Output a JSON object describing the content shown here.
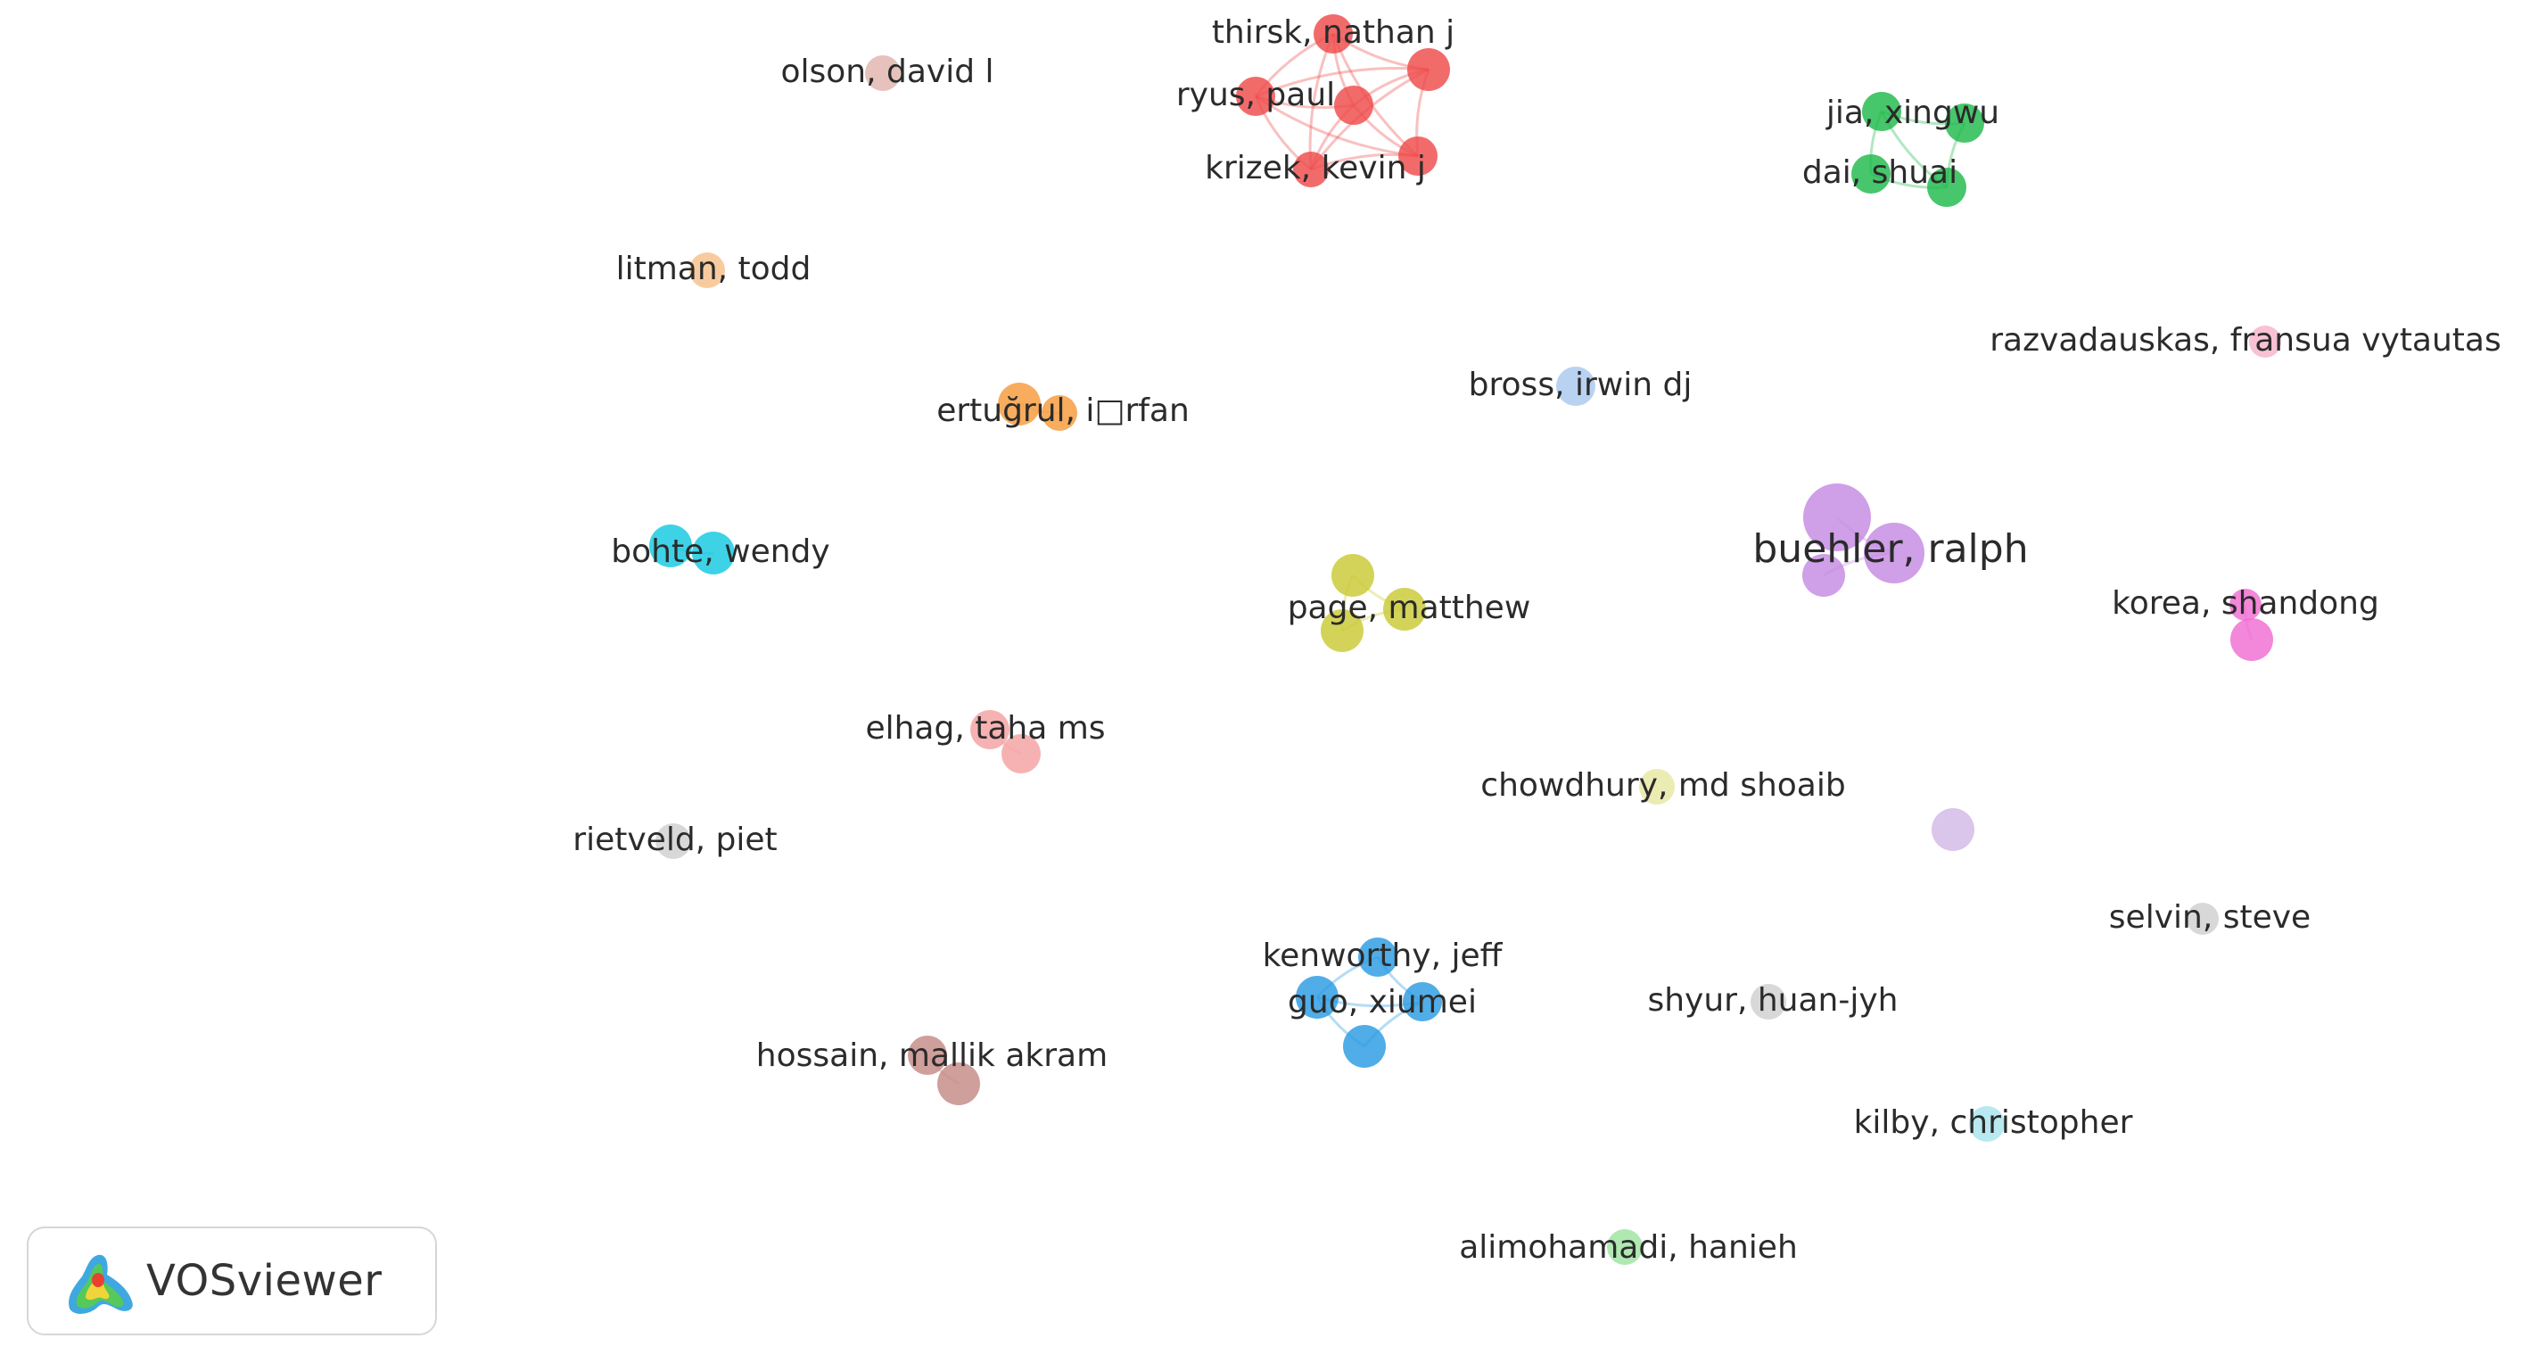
{
  "network": {
    "nodes": [
      {
        "id": "r1",
        "cluster": "red"
      },
      {
        "id": "r2",
        "cluster": "red"
      },
      {
        "id": "r3",
        "cluster": "red"
      },
      {
        "id": "r4",
        "cluster": "red"
      },
      {
        "id": "r5",
        "cluster": "red"
      },
      {
        "id": "r6",
        "cluster": "red"
      },
      {
        "id": "g1",
        "cluster": "green"
      },
      {
        "id": "g2",
        "cluster": "green"
      },
      {
        "id": "g3",
        "cluster": "green"
      },
      {
        "id": "g4",
        "cluster": "green"
      },
      {
        "id": "olson",
        "cluster": "rosybrown"
      },
      {
        "id": "litman",
        "cluster": "peach"
      },
      {
        "id": "raz",
        "cluster": "lightpink"
      },
      {
        "id": "bross",
        "cluster": "lightblue"
      },
      {
        "id": "ert1",
        "cluster": "orange"
      },
      {
        "id": "ert2",
        "cluster": "orange"
      },
      {
        "id": "boh1",
        "cluster": "cyan"
      },
      {
        "id": "boh2",
        "cluster": "cyan"
      },
      {
        "id": "pg1",
        "cluster": "olive"
      },
      {
        "id": "pg2",
        "cluster": "olive"
      },
      {
        "id": "pg3",
        "cluster": "olive"
      },
      {
        "id": "bu1",
        "cluster": "purple"
      },
      {
        "id": "bu2",
        "cluster": "purple"
      },
      {
        "id": "bu3",
        "cluster": "purple"
      },
      {
        "id": "ko1",
        "cluster": "magenta"
      },
      {
        "id": "ko2",
        "cluster": "magenta"
      },
      {
        "id": "el1",
        "cluster": "salmon"
      },
      {
        "id": "el2",
        "cluster": "salmon"
      },
      {
        "id": "chow",
        "cluster": "paleyellow"
      },
      {
        "id": "lav",
        "cluster": "lavender"
      },
      {
        "id": "riet",
        "cluster": "grey"
      },
      {
        "id": "selvin",
        "cluster": "grey"
      },
      {
        "id": "ke1",
        "cluster": "blue"
      },
      {
        "id": "ke2",
        "cluster": "blue"
      },
      {
        "id": "ke3",
        "cluster": "blue"
      },
      {
        "id": "ke4",
        "cluster": "blue"
      },
      {
        "id": "shyur",
        "cluster": "grey"
      },
      {
        "id": "ho1",
        "cluster": "brown"
      },
      {
        "id": "ho2",
        "cluster": "brown"
      },
      {
        "id": "kilby",
        "cluster": "paleteal"
      },
      {
        "id": "alim",
        "cluster": "lightgreen"
      }
    ],
    "links": [
      [
        "r1",
        "r2"
      ],
      [
        "r1",
        "r3"
      ],
      [
        "r1",
        "r4"
      ],
      [
        "r1",
        "r5"
      ],
      [
        "r1",
        "r6"
      ],
      [
        "r2",
        "r3"
      ],
      [
        "r2",
        "r4"
      ],
      [
        "r2",
        "r5"
      ],
      [
        "r2",
        "r6"
      ],
      [
        "r3",
        "r4"
      ],
      [
        "r3",
        "r5"
      ],
      [
        "r3",
        "r6"
      ],
      [
        "r4",
        "r5"
      ],
      [
        "r4",
        "r6"
      ],
      [
        "r5",
        "r6"
      ],
      [
        "g1",
        "g2"
      ],
      [
        "g1",
        "g3"
      ],
      [
        "g2",
        "g4"
      ],
      [
        "g3",
        "g4"
      ],
      [
        "g1",
        "g4"
      ],
      [
        "pg1",
        "pg2"
      ],
      [
        "pg2",
        "pg3"
      ],
      [
        "pg1",
        "pg3"
      ],
      [
        "bu1",
        "bu2"
      ],
      [
        "bu2",
        "bu3"
      ],
      [
        "ke1",
        "ke2"
      ],
      [
        "ke1",
        "ke3"
      ],
      [
        "ke2",
        "ke3"
      ],
      [
        "ke2",
        "ke4"
      ],
      [
        "ke3",
        "ke4"
      ],
      [
        "ert1",
        "ert2"
      ],
      [
        "boh1",
        "boh2"
      ],
      [
        "el1",
        "el2"
      ],
      [
        "ho1",
        "ho2"
      ],
      [
        "ko1",
        "ko2"
      ]
    ],
    "labels": [
      {
        "text": "thirsk, nathan j",
        "node": "r1"
      },
      {
        "text": "olson, david l",
        "node": "olson"
      },
      {
        "text": "ryus, paul",
        "node": "r3"
      },
      {
        "text": "krizek, kevin j",
        "node": "r5"
      },
      {
        "text": "jia, xingwu",
        "node": "g1"
      },
      {
        "text": "dai, shuai",
        "node": "g3"
      },
      {
        "text": "litman, todd",
        "node": "litman"
      },
      {
        "text": "razvadauskas, fransua vytautas",
        "node": "raz"
      },
      {
        "text": "bross, irwin dj",
        "node": "bross"
      },
      {
        "text": "ertuğrul, i□rfan",
        "node": "ert1"
      },
      {
        "text": "bohte, wendy",
        "node": "boh1"
      },
      {
        "text": "buehler, ralph",
        "node": "bu2",
        "big": true
      },
      {
        "text": "page, matthew",
        "node": "pg1"
      },
      {
        "text": "korea, shandong",
        "node": "ko1"
      },
      {
        "text": "elhag, taha ms",
        "node": "el1"
      },
      {
        "text": "chowdhury, md shoaib",
        "node": "chow"
      },
      {
        "text": "rietveld, piet",
        "node": "riet"
      },
      {
        "text": "selvin, steve",
        "node": "selvin"
      },
      {
        "text": "kenworthy, jeff",
        "node": "ke1"
      },
      {
        "text": "guo, xiumei",
        "node": "ke3"
      },
      {
        "text": "shyur, huan-jyh",
        "node": "shyur"
      },
      {
        "text": "hossain, mallik akram",
        "node": "ho1"
      },
      {
        "text": "kilby, christopher",
        "node": "kilby"
      },
      {
        "text": "alimohamadi, hanieh",
        "node": "alim"
      }
    ]
  },
  "colors": {
    "red": "#ef4a4a",
    "green": "#1fb94b",
    "rosybrown": "#e2b3ac",
    "peach": "#f7c08a",
    "lightpink": "#f6b3cb",
    "lightblue": "#a9c8ee",
    "orange": "#f59a3a",
    "cyan": "#14c8e0",
    "olive": "#c9c935",
    "purple": "#c48ae2",
    "magenta": "#f06cd2",
    "salmon": "#f4a1a1",
    "paleyellow": "#e6e6a4",
    "lavender": "#d2b8e6",
    "grey": "#cfcfcf",
    "blue": "#2a9be2",
    "brown": "#c58a86",
    "paleteal": "#a8e4ee",
    "lightgreen": "#9ee3a0"
  },
  "logo": {
    "text": "VOSviewer",
    "icon": "vosviewer-logo-icon"
  }
}
